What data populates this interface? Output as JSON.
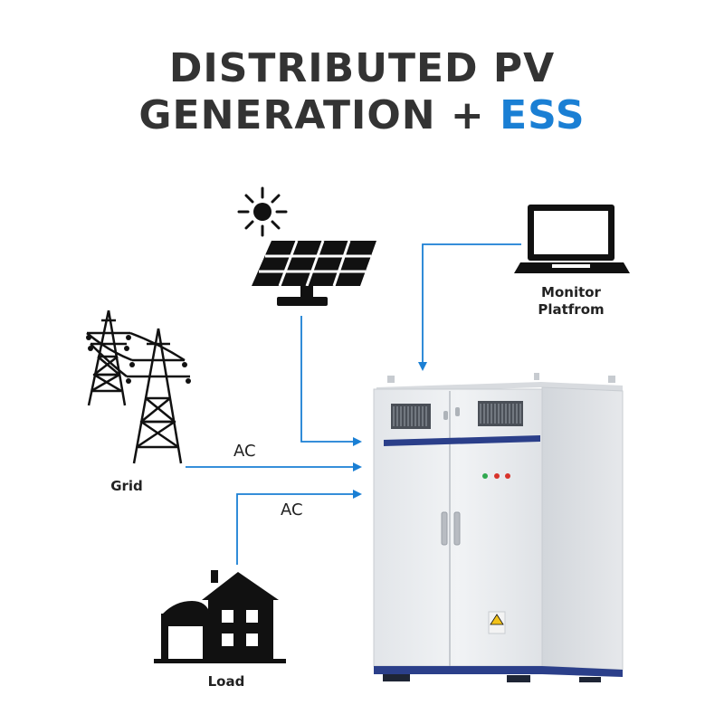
{
  "title": {
    "line1": "DISTRIBUTED PV",
    "line2_prefix": "GENERATION + ",
    "line2_accent": "ESS"
  },
  "labels": {
    "monitor_line1": "Monitor",
    "monitor_line2": "Platfrom",
    "grid": "Grid",
    "load": "Load",
    "ac_grid": "AC",
    "ac_load": "AC"
  },
  "icons": [
    "sun-icon",
    "solar-panel-icon",
    "laptop-icon",
    "power-tower-icon",
    "house-icon",
    "ess-cabinet-icon"
  ],
  "colors": {
    "title": "#333333",
    "accent": "#1a7fd4",
    "arrow": "#1a7fd4",
    "cabinet": "#eceef1"
  }
}
